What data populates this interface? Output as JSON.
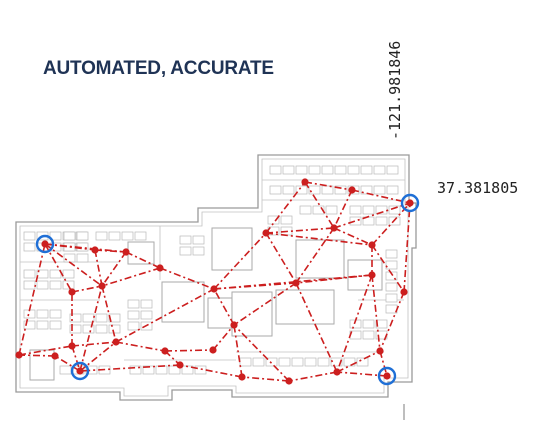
{
  "title": "AUTOMATED, ACCURATE",
  "longitude_label": "-121.981846",
  "latitude_label": "37.381805",
  "colors": {
    "title": "#1f3355",
    "mesh": "#cc1f1f",
    "anchor_ring": "#1f6fd6"
  },
  "icons": {
    "anchor": "anchor-ring-icon",
    "node": "mesh-node-icon"
  }
}
